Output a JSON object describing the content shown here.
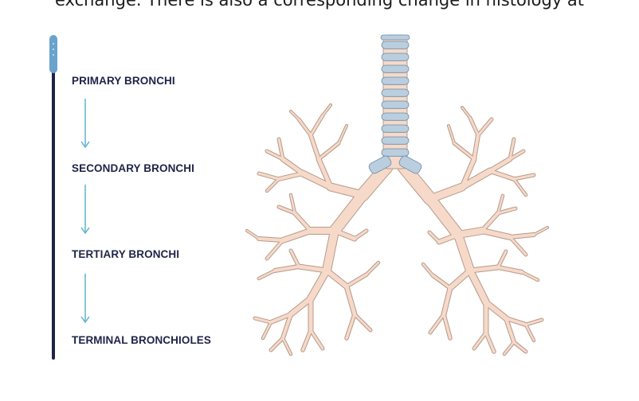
{
  "header": {
    "text": "exchange. There is also a corresponding change in histology at"
  },
  "flow": {
    "steps": [
      {
        "label": "PRIMARY BRONCHI"
      },
      {
        "label": "SECONDARY BRONCHI"
      },
      {
        "label": "TERTIARY BRONCHI"
      },
      {
        "label": "TERMINAL BRONCHIOLES"
      }
    ]
  },
  "colors": {
    "bar": "#1e2447",
    "bar_cap": "#6aa3cc",
    "arrow": "#5fb3cf",
    "label": "#1e2447",
    "airway_fill": "#f6d9c8",
    "airway_outline": "#b59a8b",
    "cartilage_fill": "#b9cfe0",
    "cartilage_outline": "#6e8aa3"
  },
  "diagram": {
    "subject": "bronchial-tree",
    "trachea_rings": 10
  }
}
